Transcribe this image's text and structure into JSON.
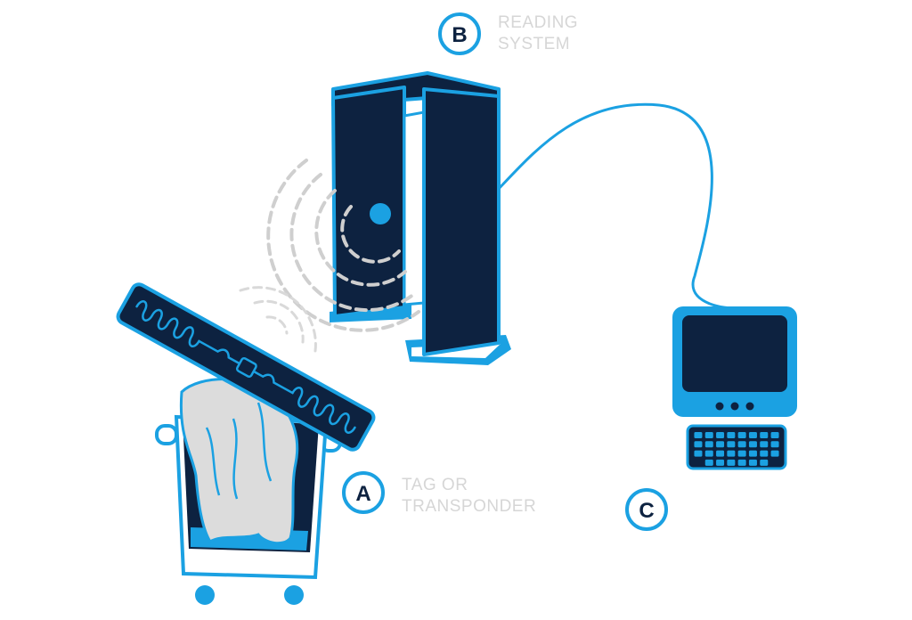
{
  "labels": {
    "a": {
      "letter": "A",
      "line1": "TAG OR",
      "line2": "TRANSPONDER"
    },
    "b": {
      "letter": "B",
      "line1": "READING",
      "line2": "SYSTEM"
    },
    "c": {
      "letter": "C"
    }
  },
  "colors": {
    "navy": "#0d2240",
    "accent": "#1ba1e2",
    "label_grey": "#d6d6d6",
    "cloth": "#dcdcdc",
    "wave_dash": "#cfcfcf"
  },
  "icons": {
    "tag": "rfid-tag-icon",
    "gate": "reader-gate-icon",
    "computer": "computer-icon",
    "keyboard": "keyboard-icon",
    "bin": "laundry-bin-icon"
  }
}
